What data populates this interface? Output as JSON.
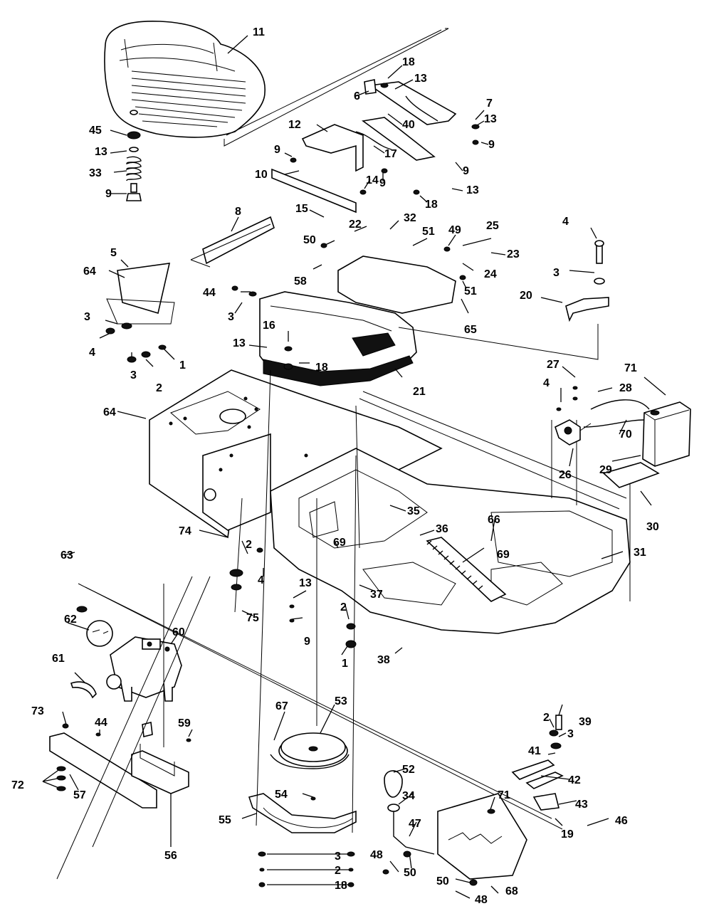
{
  "diagram": {
    "callouts": [
      "11",
      "18",
      "13",
      "6",
      "40",
      "7",
      "13",
      "9",
      "45",
      "13",
      "33",
      "9",
      "12",
      "9",
      "17",
      "9",
      "10",
      "14",
      "9",
      "13",
      "18",
      "8",
      "15",
      "22",
      "32",
      "51",
      "49",
      "25",
      "4",
      "23",
      "5",
      "64",
      "50",
      "58",
      "24",
      "3",
      "51",
      "20",
      "44",
      "3",
      "65",
      "3",
      "4",
      "3",
      "2",
      "1",
      "16",
      "13",
      "18",
      "21",
      "27",
      "71",
      "4",
      "28",
      "64",
      "70",
      "29",
      "26",
      "30",
      "35",
      "66",
      "36",
      "69",
      "31",
      "69",
      "74",
      "2",
      "4",
      "63",
      "13",
      "9",
      "37",
      "62",
      "60",
      "2",
      "75",
      "1",
      "38",
      "61",
      "39",
      "73",
      "44",
      "59",
      "67",
      "53",
      "2",
      "3",
      "41",
      "72",
      "57",
      "52",
      "42",
      "34",
      "71",
      "43",
      "54",
      "46",
      "19",
      "55",
      "56",
      "47",
      "3",
      "2",
      "18",
      "48",
      "50",
      "50",
      "68",
      "48"
    ]
  }
}
